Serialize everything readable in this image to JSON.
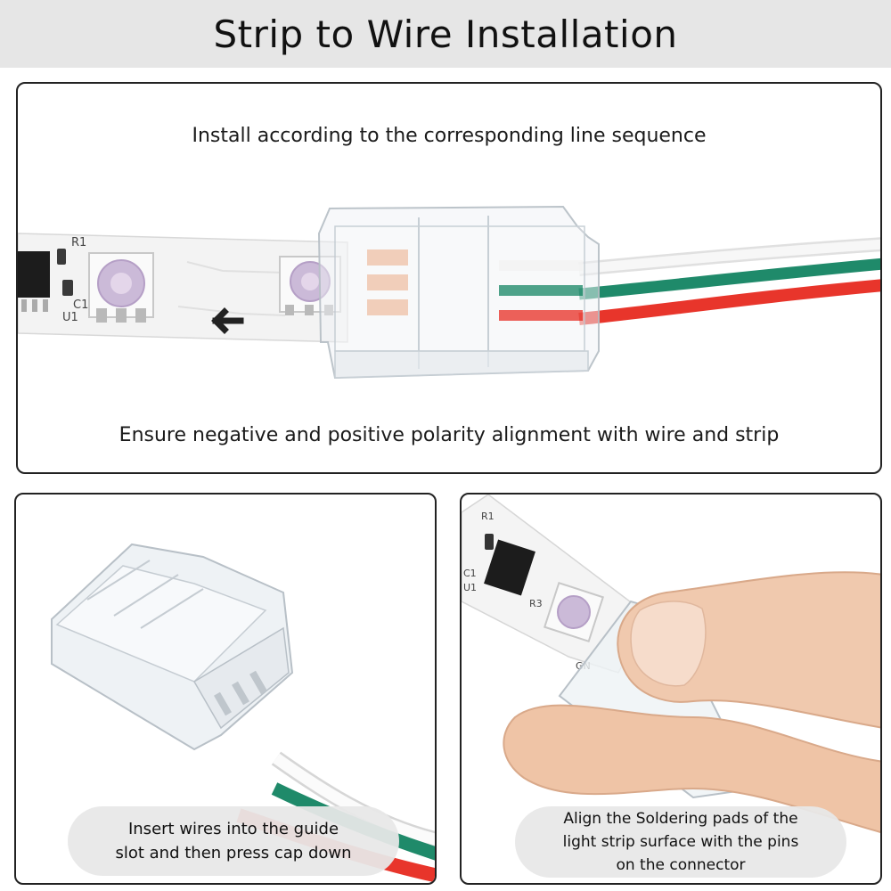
{
  "title": "Strip to Wire Installation",
  "top_panel": {
    "text_top": "Install according to the corresponding line sequence",
    "text_bottom": "Ensure negative and positive polarity alignment with wire and strip",
    "strip_labels": {
      "r1": "R1",
      "c1": "C1",
      "u1": "U1"
    },
    "wire_colors": [
      "#f2f2f2",
      "#1f8a6a",
      "#e8352b"
    ]
  },
  "left_panel": {
    "caption": "Insert wires into the guide\nslot and then press cap down",
    "wire_colors": [
      "#f2f2f2",
      "#1f8a6a",
      "#e8352b"
    ]
  },
  "right_panel": {
    "caption": "Align the Soldering pads of the\nlight strip surface with the pins\non the connector",
    "strip_labels": {
      "r1": "R1",
      "c1": "C1",
      "u1": "U1",
      "r3": "R3",
      "gnd": "GN"
    }
  }
}
